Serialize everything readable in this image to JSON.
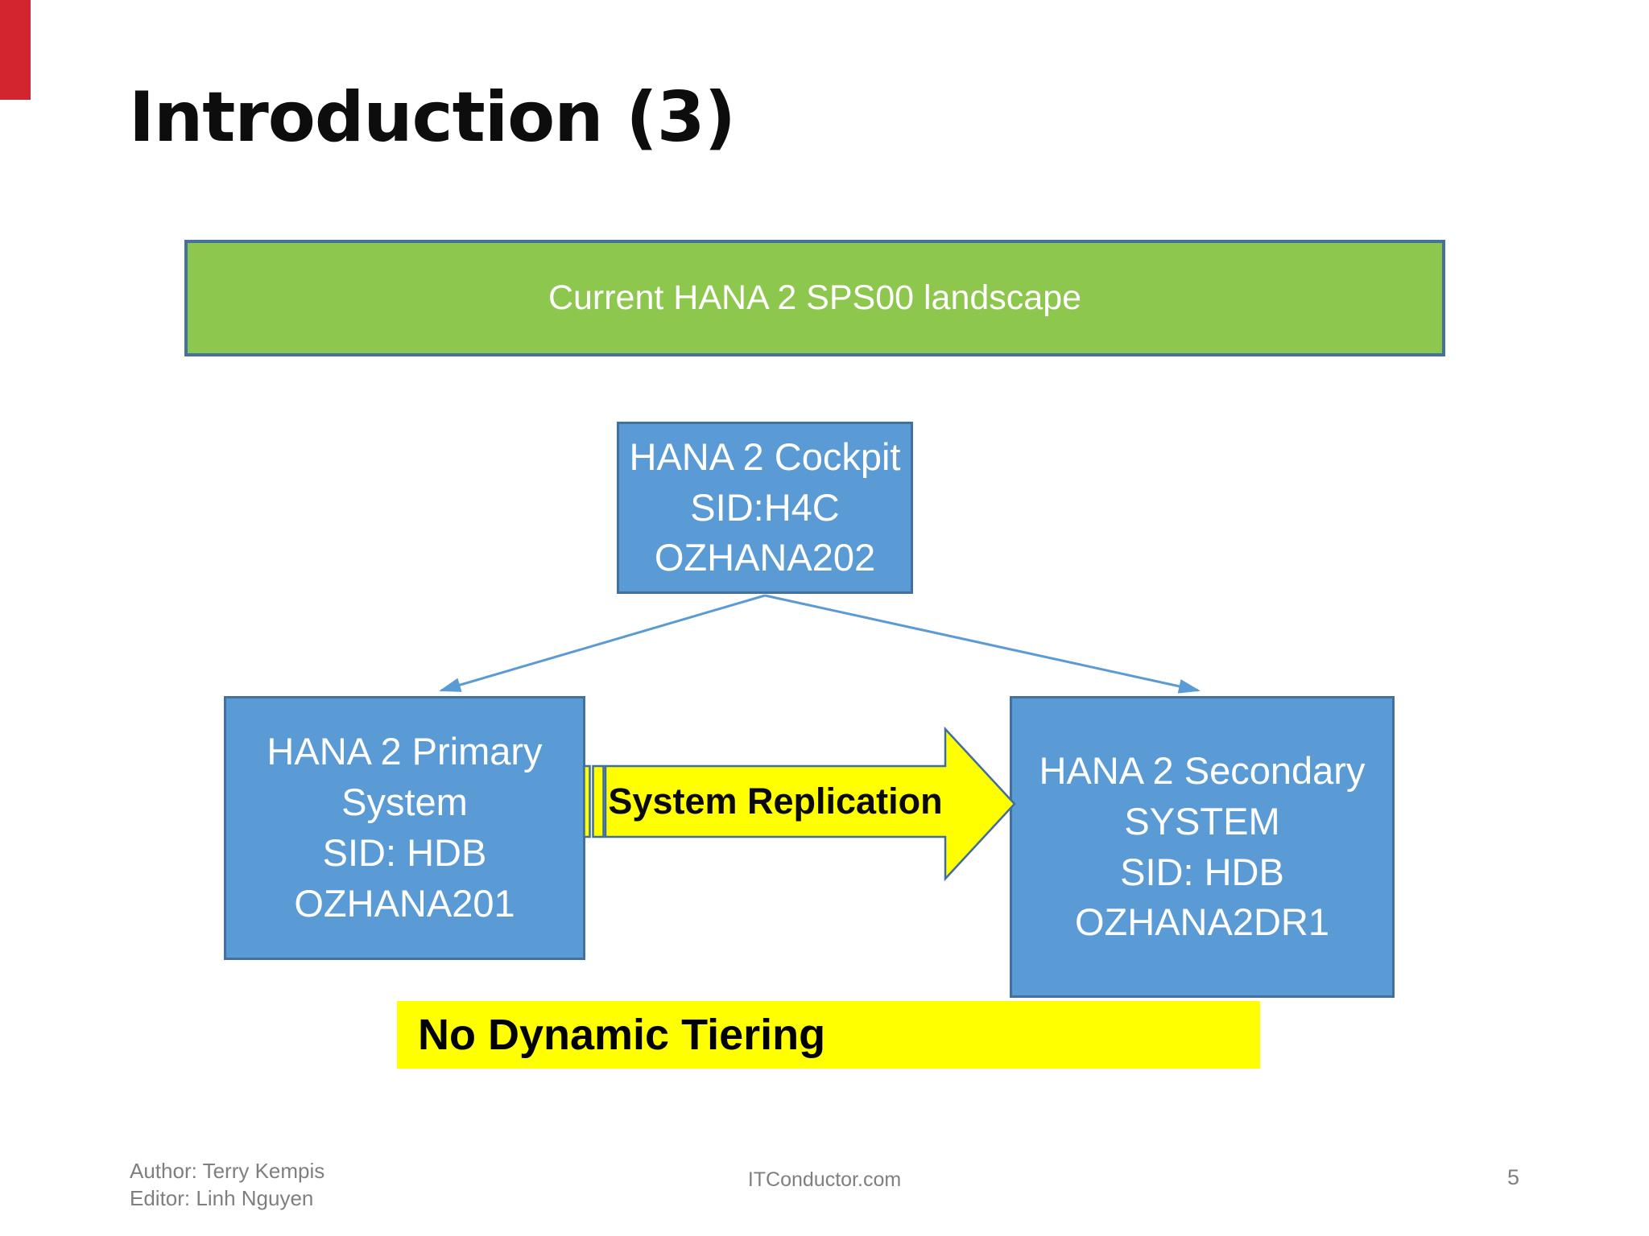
{
  "slide": {
    "title": "Introduction (3)",
    "banner": {
      "label": "Current HANA 2 SPS00 landscape"
    },
    "nodes": {
      "cockpit": {
        "lines": [
          "HANA 2 Cockpit",
          "SID:H4C",
          "OZHANA202"
        ]
      },
      "primary": {
        "lines": [
          "HANA 2 Primary",
          "System",
          "SID: HDB",
          "OZHANA201"
        ]
      },
      "secondary": {
        "lines": [
          "HANA 2 Secondary",
          "SYSTEM",
          "SID: HDB",
          "OZHANA2DR1"
        ]
      }
    },
    "arrow": {
      "label": "System Replication"
    },
    "note": {
      "label": "No Dynamic Tiering"
    },
    "footer": {
      "author": "Author: Terry Kempis",
      "editor": "Editor: Linh Nguyen",
      "site": "ITConductor.com",
      "page": "5"
    },
    "colors": {
      "banner_green": "#8dc74d",
      "box_blue": "#5b9bd5",
      "box_border": "#41719c",
      "connector_blue": "#5b9bd5",
      "highlight_yellow": "#ffff00",
      "accent_red": "#d12630",
      "footer_gray": "#7f7f7f"
    }
  }
}
